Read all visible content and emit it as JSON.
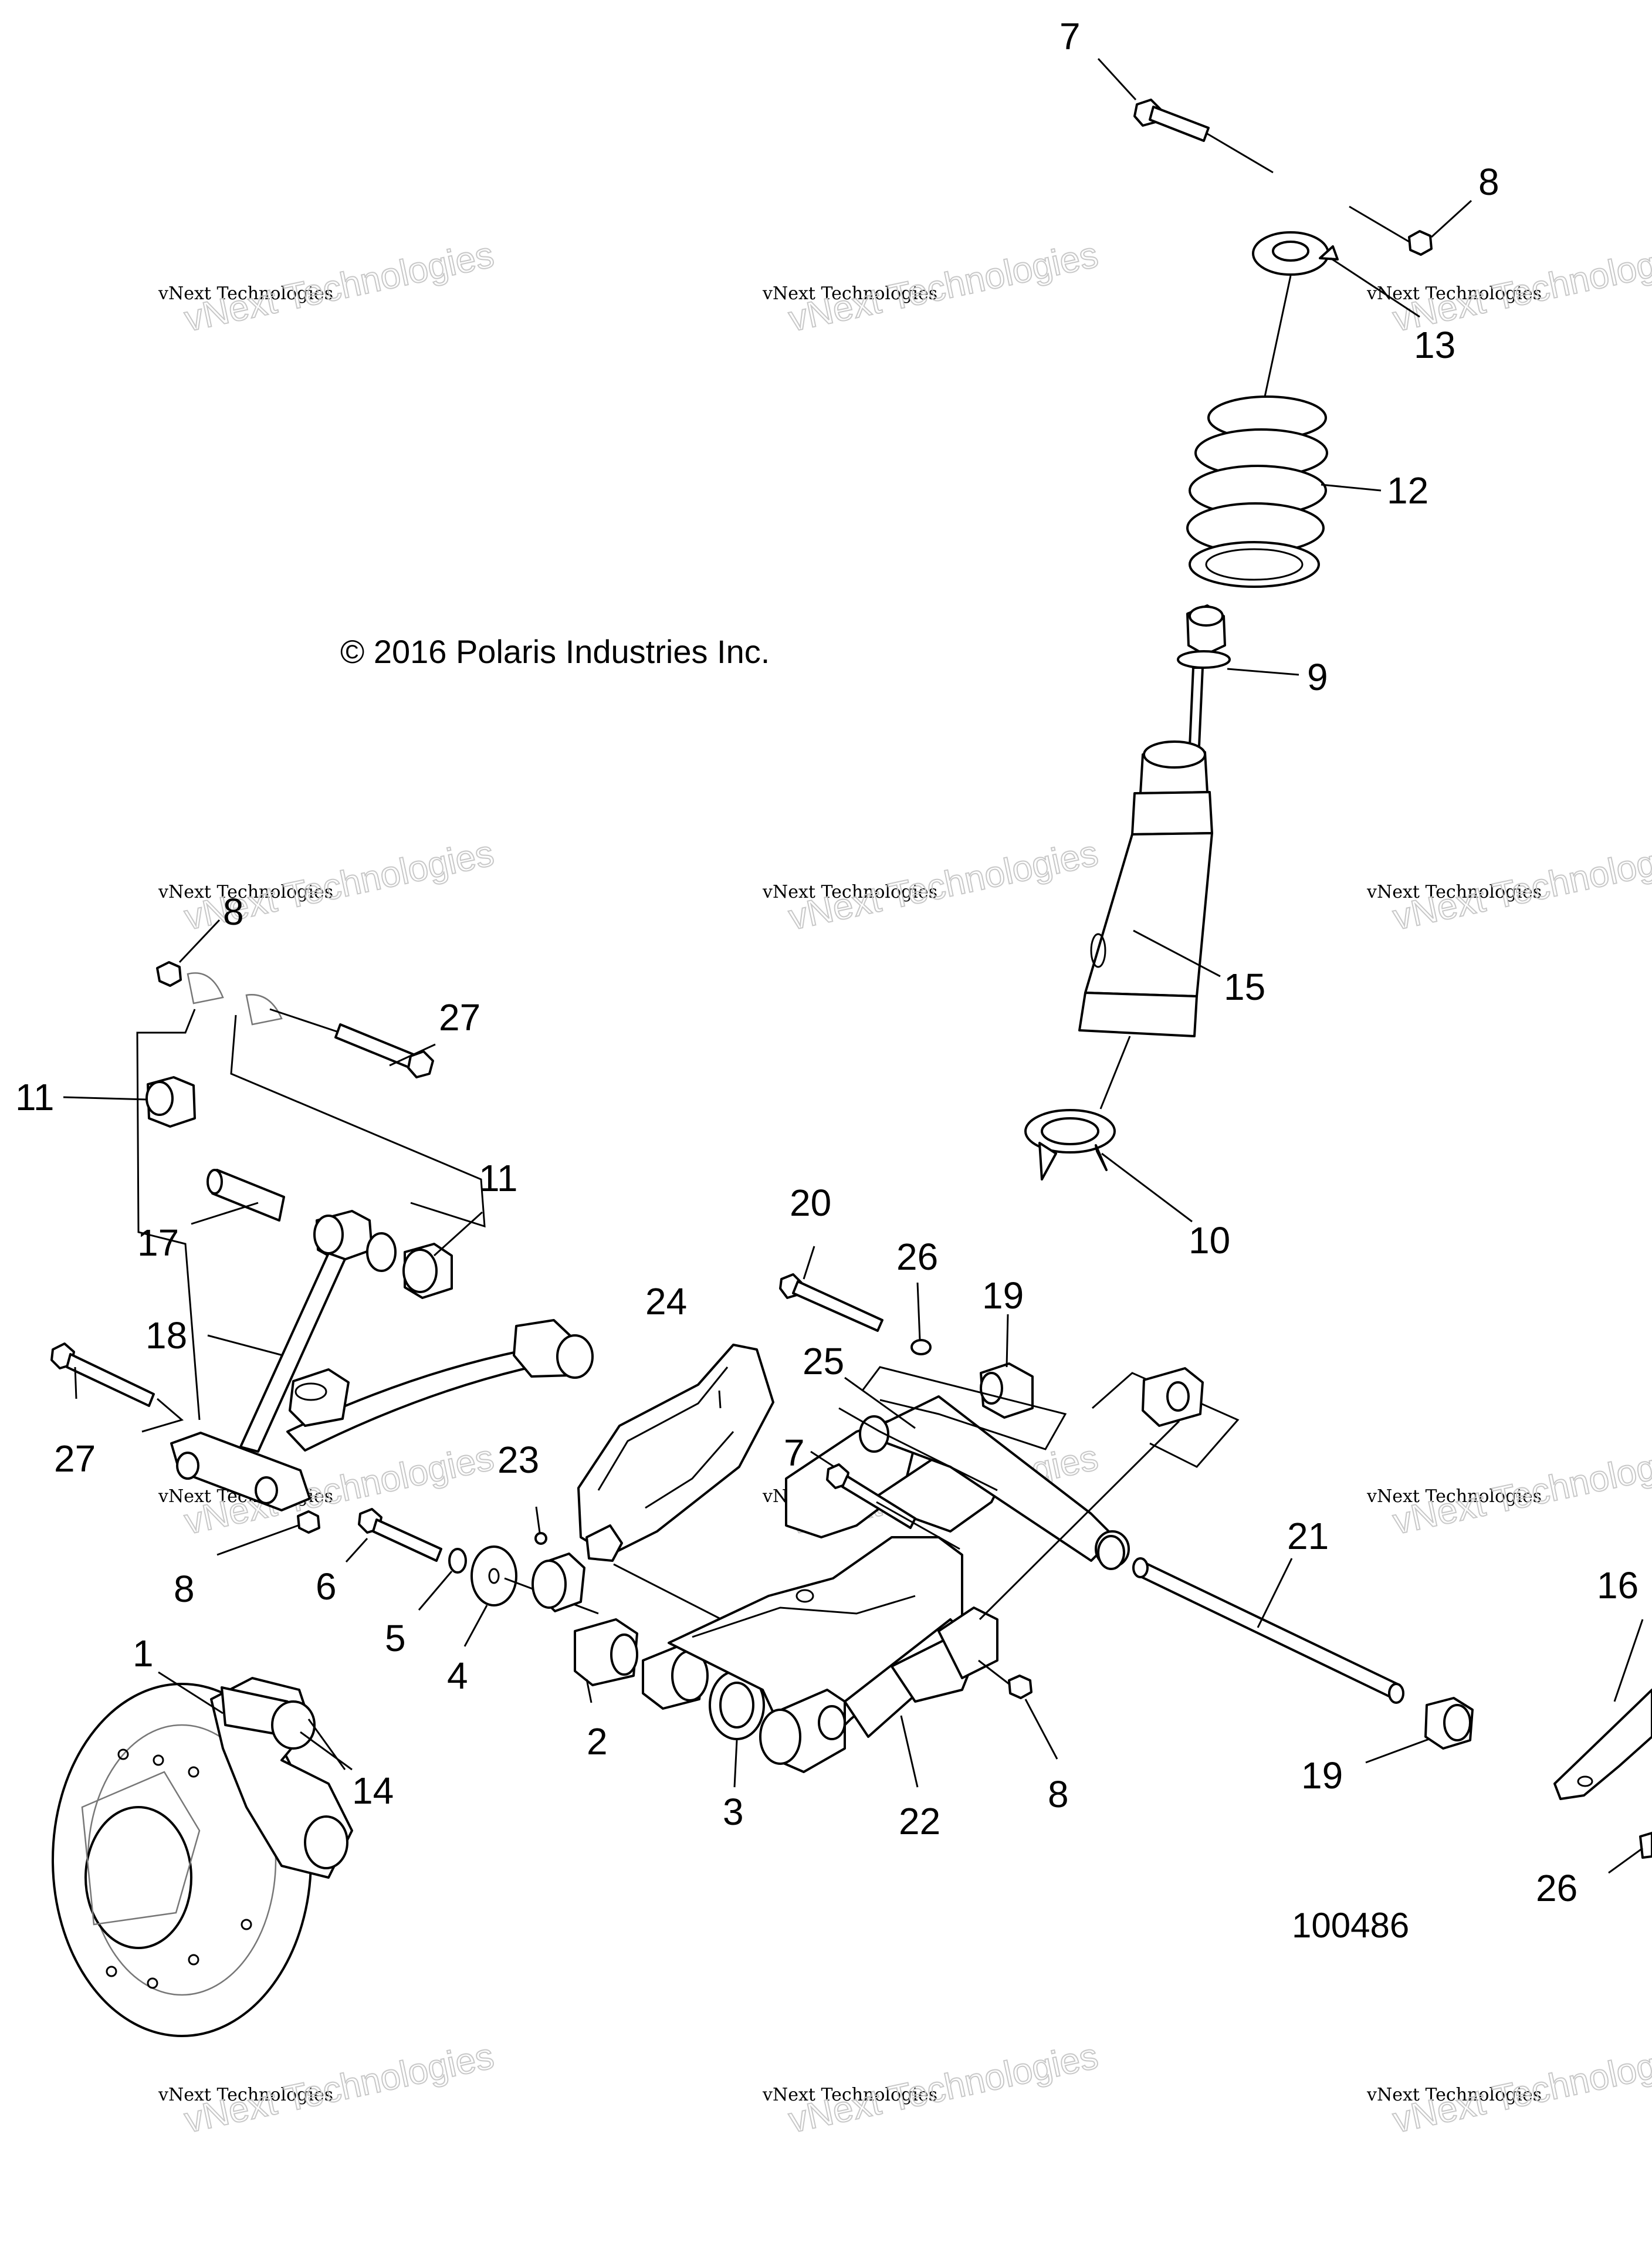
{
  "diagram": {
    "copyright": "© 2016 Polaris Industries Inc.",
    "part_number": "100486",
    "watermark": {
      "line1": "vNext Technologies",
      "line2": "vNext Technologies"
    },
    "callouts": [
      "7",
      "8",
      "13",
      "12",
      "9",
      "15",
      "10",
      "8",
      "27",
      "11",
      "17",
      "11",
      "18",
      "27",
      "8",
      "6",
      "5",
      "4",
      "1",
      "14",
      "23",
      "24",
      "20",
      "26",
      "19",
      "25",
      "7",
      "21",
      "16",
      "2",
      "3",
      "22",
      "8",
      "19",
      "26"
    ],
    "parts": [
      "bolt",
      "lock-nut",
      "spring-retainer",
      "coil-spring",
      "shock-bushing",
      "shock-absorber",
      "spring-seat",
      "upper-a-arm",
      "bushing",
      "spacer-tube",
      "trailing-arm",
      "rear-hub-knuckle",
      "skid-guard",
      "long-through-bolt",
      "leaf-bracket"
    ]
  }
}
